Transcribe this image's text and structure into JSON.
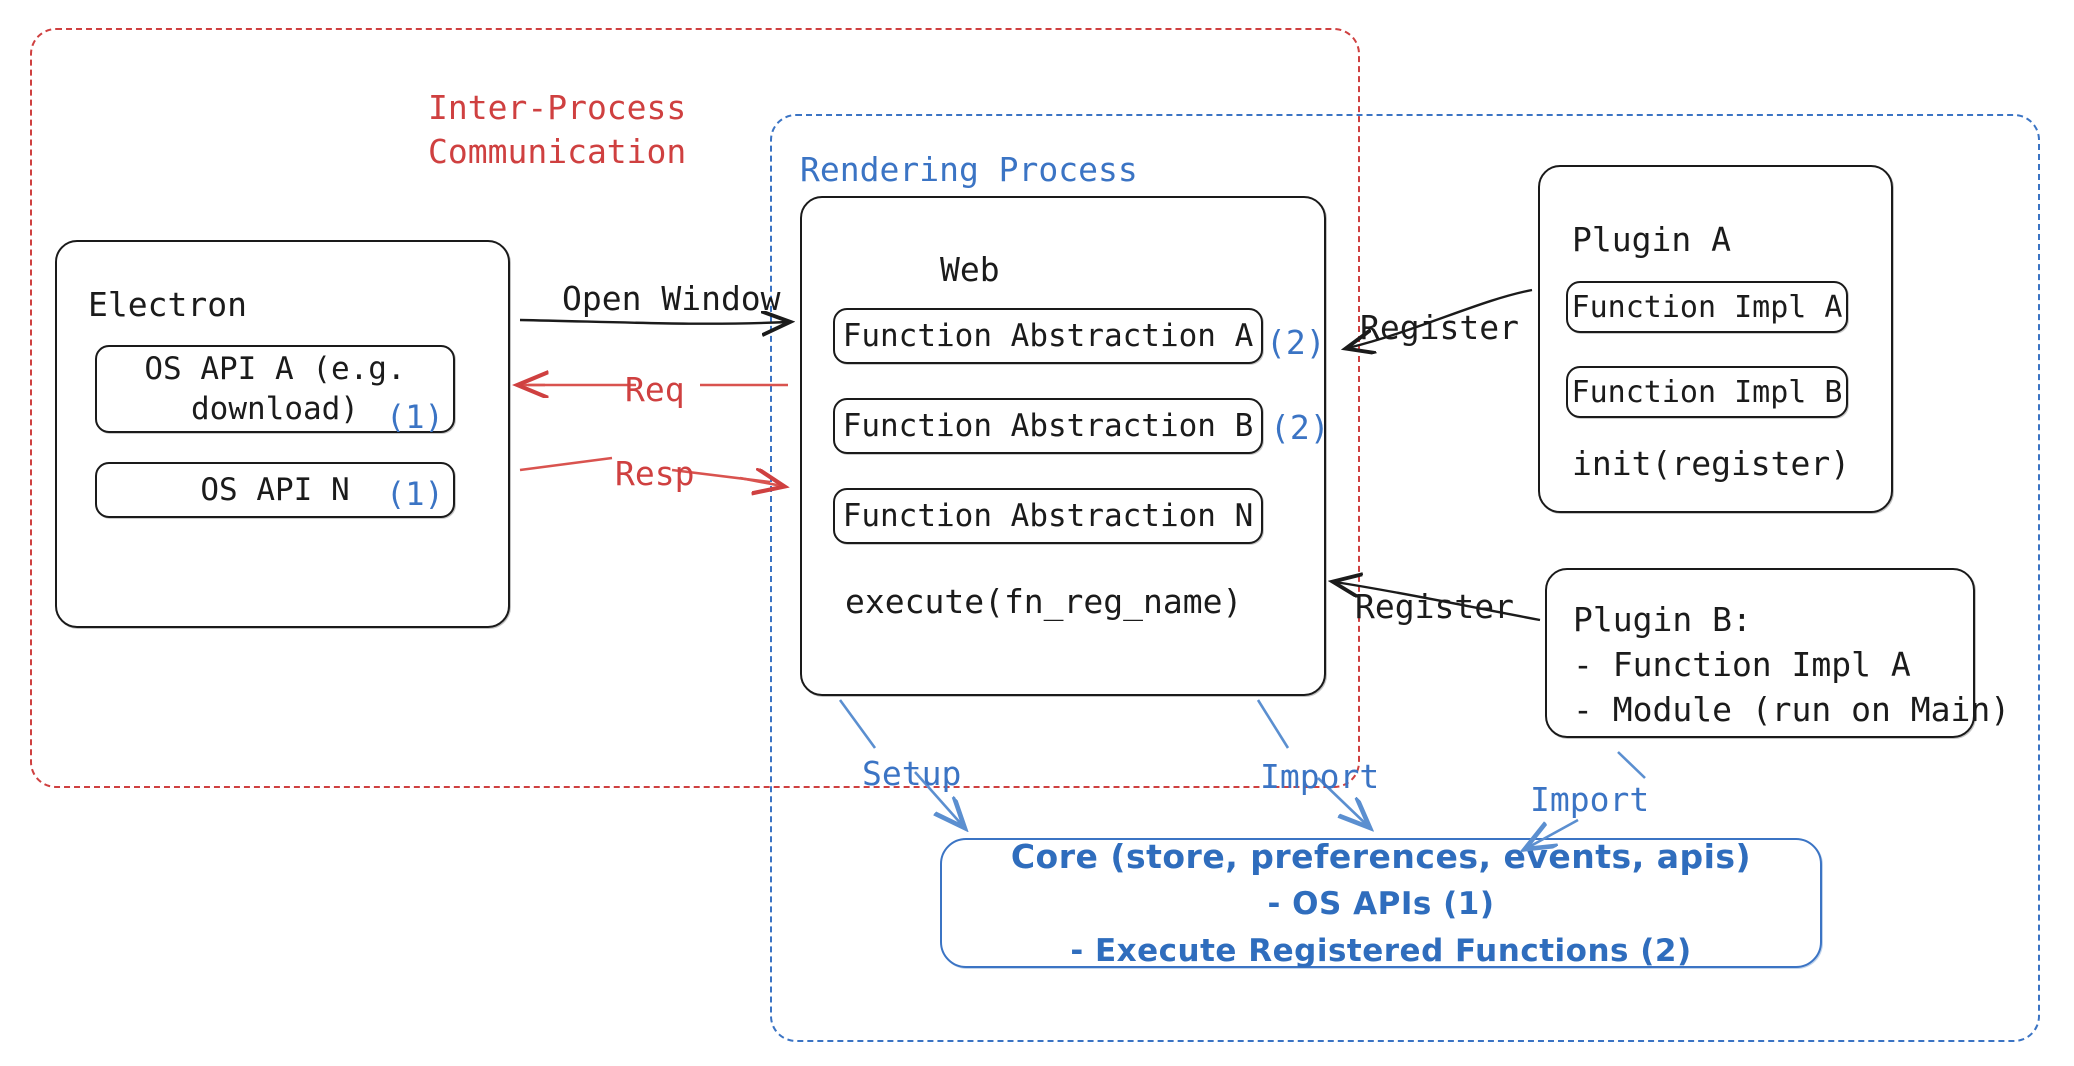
{
  "diagram": {
    "title_ipc": "Inter-Process\nCommunication",
    "title_rendering": "Rendering Process"
  },
  "electron": {
    "label": "Electron",
    "apis": [
      {
        "label": "OS API A (e.g.\ndownload)",
        "marker": "(1)"
      },
      {
        "label": "OS API N",
        "marker": "(1)"
      }
    ]
  },
  "web": {
    "label": "Web",
    "abstractions": [
      {
        "label": "Function Abstraction A",
        "marker": "(2)"
      },
      {
        "label": "Function Abstraction B",
        "marker": "(2)"
      },
      {
        "label": "Function Abstraction N",
        "marker": ""
      }
    ],
    "execute": "execute(fn_reg_name)"
  },
  "plugin_a": {
    "label": "Plugin A",
    "functions": [
      "Function Impl A",
      "Function Impl B"
    ],
    "init": "init(register)"
  },
  "plugin_b": {
    "lines": [
      "Plugin B:",
      "- Function Impl A",
      "- Module (run on Main)"
    ]
  },
  "core": {
    "line1": "Core (store, preferences, events, apis)",
    "line2": "- OS APIs (1)",
    "line3": "- Execute Registered Functions (2)"
  },
  "arrows": {
    "open_window": "Open Window",
    "req": "Req",
    "resp": "Resp",
    "register_a": "Register",
    "register_b": "Register",
    "setup": "Setup",
    "import_web": "Import",
    "import_plugin": "Import"
  },
  "colors": {
    "red": "#cf4040",
    "blue": "#3b74c4",
    "black": "#1b1b1b",
    "core_blue": "#2f6dbd"
  }
}
